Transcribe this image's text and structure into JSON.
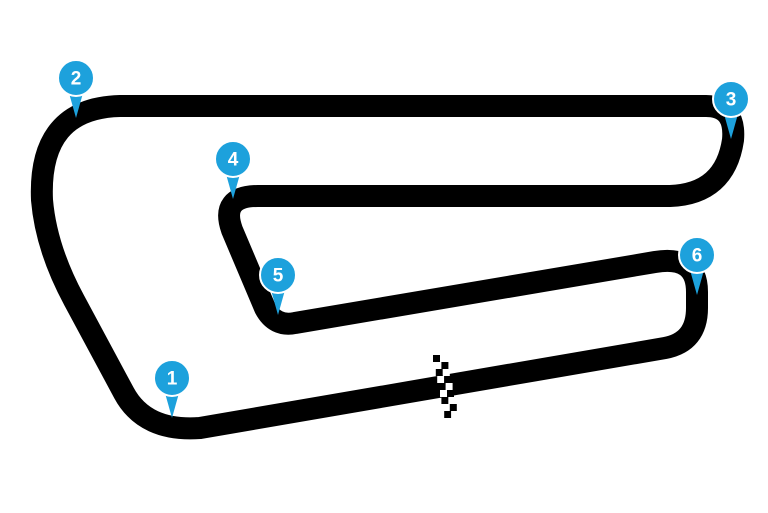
{
  "colors": {
    "background": "#ffffff",
    "track": "#000000",
    "marker": "#1da1dc",
    "marker_text": "#ffffff",
    "finish_dark": "#000000",
    "finish_light": "#ffffff"
  },
  "track": {
    "icon": "race-track-layout",
    "finish_line_icon": "checkered-flag-icon"
  },
  "corners": [
    {
      "id": "corner-1",
      "label": "1"
    },
    {
      "id": "corner-2",
      "label": "2"
    },
    {
      "id": "corner-3",
      "label": "3"
    },
    {
      "id": "corner-4",
      "label": "4"
    },
    {
      "id": "corner-5",
      "label": "5"
    },
    {
      "id": "corner-6",
      "label": "6"
    }
  ]
}
